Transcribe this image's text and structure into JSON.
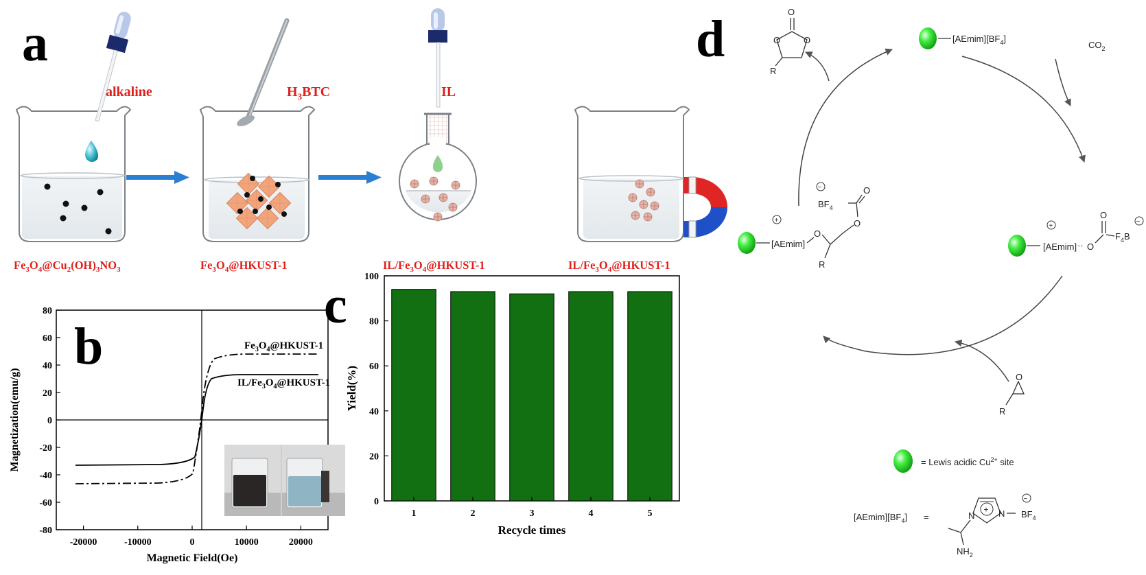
{
  "panel_a": {
    "letter": "a",
    "reagents": [
      {
        "base": "alkaline",
        "sub": ""
      },
      {
        "base": "H",
        "sub": "3",
        "rest": "BTC"
      },
      {
        "base": "IL",
        "sub": ""
      }
    ],
    "labels": [
      {
        "p1": "Fe",
        "s1": "3",
        "p2": "O",
        "s2": "4",
        "p3": "@Cu",
        "s3": "2",
        "p4": "(OH)",
        "s4": "3",
        "p5": "NO",
        "s5": "3"
      },
      {
        "p1": "Fe",
        "s1": "3",
        "p2": "O",
        "s2": "4",
        "p3": "@HKUST-1"
      },
      {
        "p1": "IL/Fe",
        "s1": "3",
        "p2": "O",
        "s2": "4",
        "p3": "@HKUST-1"
      },
      {
        "p1": "IL/Fe",
        "s1": "3",
        "p2": "O",
        "s2": "4",
        "p3": "@HKUST-1"
      }
    ],
    "colors": {
      "label": "#e0201b",
      "arrow": "#2a7fd0",
      "particle": "#e8a27a",
      "dot": "#111111",
      "magnet_red": "#e02525",
      "magnet_blue": "#2050c8"
    }
  },
  "panel_b": {
    "letter": "b",
    "xlabel": "Magnetic Field(Oe)",
    "ylabel": "Magnetization(emu/g)",
    "xticks": [
      "-20000",
      "-10000",
      "0",
      "10000",
      "20000"
    ],
    "yticks": [
      "80",
      "60",
      "40",
      "20",
      "0",
      "-20",
      "-40",
      "-60",
      "-80"
    ],
    "curve_labels": [
      {
        "p1": "Fe",
        "s1": "3",
        "p2": "O",
        "s2": "4",
        "p3": "@HKUST-1"
      },
      {
        "p1": "IL/Fe",
        "s1": "3",
        "p2": "O",
        "s2": "4",
        "p3": "@HKUST-1"
      }
    ]
  },
  "chart_data": {
    "type": "bar",
    "categories": [
      "1",
      "2",
      "3",
      "4",
      "5"
    ],
    "values": [
      94,
      93,
      92,
      93,
      93
    ],
    "xlabel": "Recycle times",
    "ylabel": "Yield(%)",
    "yticks": [
      "0",
      "20",
      "40",
      "60",
      "80",
      "100"
    ],
    "ylim": [
      0,
      100
    ],
    "bar_color": "#127012",
    "letter": "c"
  },
  "panel_d": {
    "letter": "d",
    "aemim_bf4": "[AEmim][BF",
    "sub4": "4",
    "close": "]",
    "co2_base": "CO",
    "co2_sub": "2",
    "aemim": "[AEmim]",
    "f4b": "F",
    "b_char": "B",
    "bf4_base": "BF",
    "o_char": "O",
    "r_char": "R",
    "minus": "−",
    "plus": "+",
    "legend_text": "= Lewis acidic Cu",
    "legend_sup": "2+",
    "legend_end": " site",
    "def_label": "[AEmim][BF",
    "def_eq": "=",
    "n_char": "N",
    "nh_base": "NH",
    "nh_sub": "2",
    "sphere_color": "#22dd22"
  }
}
